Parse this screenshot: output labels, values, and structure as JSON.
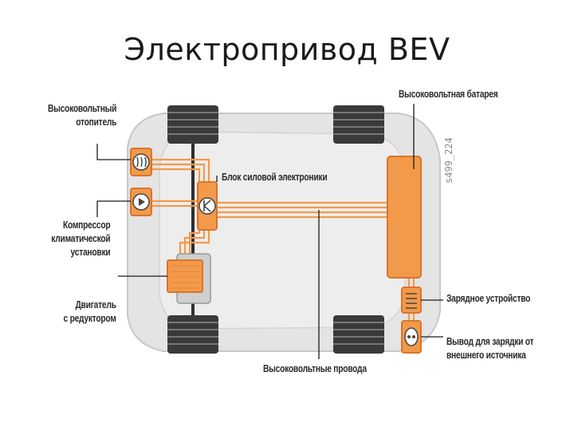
{
  "slide": {
    "title": "Электропривод BEV"
  },
  "diagram": {
    "code": "s499_224",
    "labels": {
      "heater": [
        "Высоковольтный",
        "отопитель"
      ],
      "compressor": [
        "Компрессор",
        "климатической",
        "установки"
      ],
      "motor": [
        "Двигатель",
        "с редуктором"
      ],
      "battery": "Высоковольтная батарея",
      "power_electronics": "Блок силовой электроники",
      "charger": "Зарядное устройство",
      "charge_port": [
        "Вывод для зарядки от",
        "внешнего источника"
      ],
      "hv_wires": "Высоковольтные провода"
    },
    "colors": {
      "orange": "#f29a4a",
      "orange_border": "#d9742c",
      "car_body": "#e4e4e4",
      "tire": "#3a3a3a"
    }
  }
}
